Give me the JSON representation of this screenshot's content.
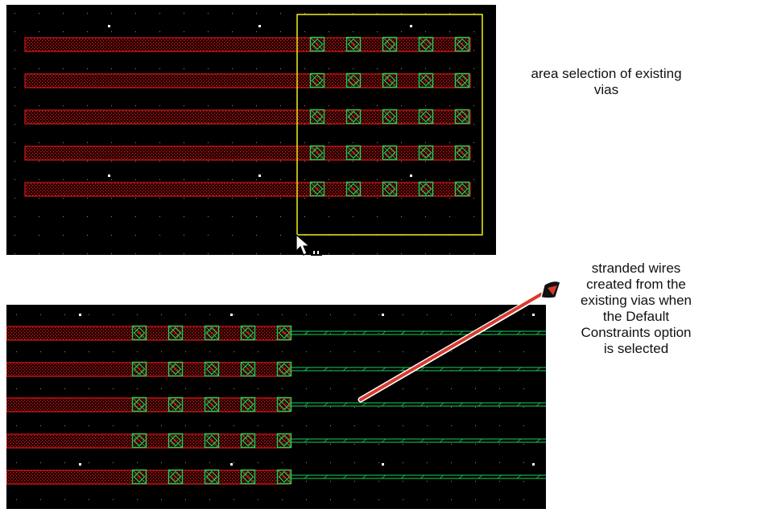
{
  "annotations": {
    "top_lines": [
      "area selection of existing",
      "vias"
    ],
    "bottom_lines": [
      "stranded wires",
      "created from the",
      "existing vias when",
      "the Default",
      "Constraints option",
      "is selected"
    ]
  },
  "colors": {
    "canvas": "#000000",
    "wire": "#e01818",
    "via": "#19d35a",
    "selection": "#f2ee1c",
    "arrow": "#e0332a",
    "grid_dot": "#bfbfbf"
  },
  "layouts": {
    "top": {
      "wires": 5,
      "vias_per_wire": 5,
      "selection_box": true,
      "stranded_wires": false
    },
    "bottom": {
      "wires": 5,
      "vias_per_wire": 5,
      "selection_box": false,
      "stranded_wires": true
    }
  },
  "icons": [
    "mouse-pointer-icon",
    "arrow-icon"
  ]
}
